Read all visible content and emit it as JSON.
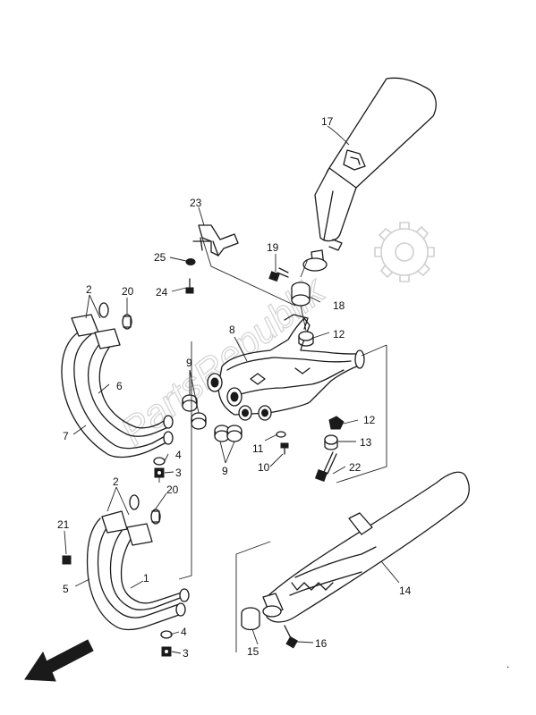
{
  "diagram": {
    "callouts": [
      {
        "id": "c1",
        "label": "1"
      },
      {
        "id": "c2a",
        "label": "2"
      },
      {
        "id": "c2b",
        "label": "2"
      },
      {
        "id": "c3a",
        "label": "3"
      },
      {
        "id": "c3b",
        "label": "3"
      },
      {
        "id": "c4a",
        "label": "4"
      },
      {
        "id": "c4b",
        "label": "4"
      },
      {
        "id": "c5",
        "label": "5"
      },
      {
        "id": "c6",
        "label": "6"
      },
      {
        "id": "c7",
        "label": "7"
      },
      {
        "id": "c8",
        "label": "8"
      },
      {
        "id": "c9a",
        "label": "9"
      },
      {
        "id": "c9b",
        "label": "9"
      },
      {
        "id": "c10",
        "label": "10"
      },
      {
        "id": "c11",
        "label": "11"
      },
      {
        "id": "c12a",
        "label": "12"
      },
      {
        "id": "c12b",
        "label": "12"
      },
      {
        "id": "c13",
        "label": "13"
      },
      {
        "id": "c14",
        "label": "14"
      },
      {
        "id": "c15",
        "label": "15"
      },
      {
        "id": "c16",
        "label": "16"
      },
      {
        "id": "c17",
        "label": "17"
      },
      {
        "id": "c18",
        "label": "18"
      },
      {
        "id": "c19",
        "label": "19"
      },
      {
        "id": "c20a",
        "label": "20"
      },
      {
        "id": "c20b",
        "label": "20"
      },
      {
        "id": "c21",
        "label": "21"
      },
      {
        "id": "c22",
        "label": "22"
      },
      {
        "id": "c23",
        "label": "23"
      },
      {
        "id": "c24",
        "label": "24"
      },
      {
        "id": "c25",
        "label": "25"
      }
    ],
    "watermark": {
      "text": "PartsRepublik",
      "icon": "gear-icon"
    },
    "direction_arrow": {
      "icon": "front-arrow-icon"
    },
    "colors": {
      "ink": "#1a1a1a",
      "watermark": "#d2d2d2",
      "background": "#ffffff"
    }
  }
}
